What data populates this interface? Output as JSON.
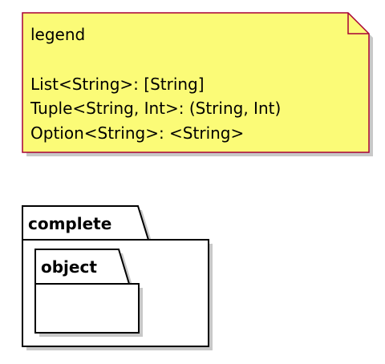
{
  "note": {
    "title": "legend",
    "lines": [
      "List<String>: [String]",
      "Tuple<String, Int>: (String, Int)",
      "Option<String>: <String>"
    ]
  },
  "packages": {
    "outer": {
      "name": "complete"
    },
    "inner": {
      "name": "object"
    }
  },
  "colors": {
    "note_fill": "#FBFB77",
    "note_border": "#A80036",
    "package_fill": "#FFFFFF",
    "package_border": "#000000",
    "shadow": "#C8C8C8"
  }
}
